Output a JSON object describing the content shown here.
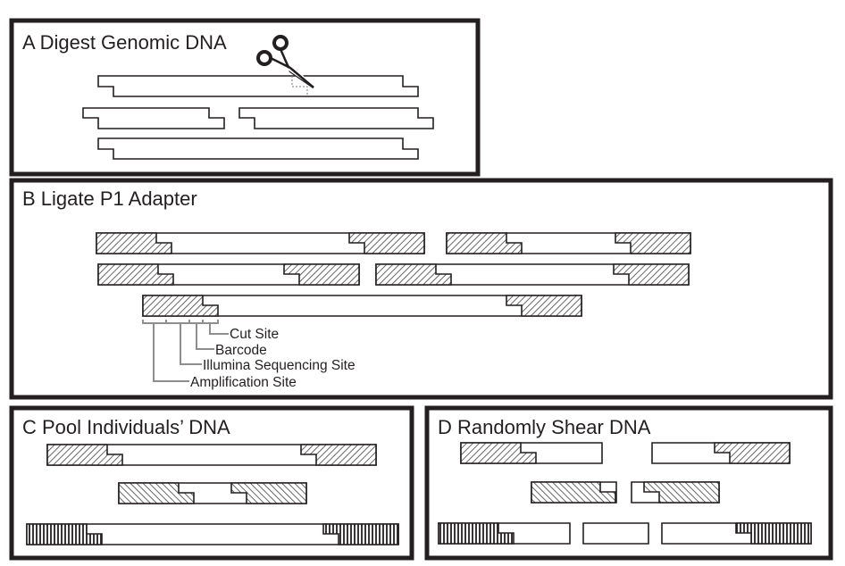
{
  "panels": {
    "a": {
      "title": "A Digest Genomic DNA"
    },
    "b": {
      "title": "B Ligate P1 Adapter",
      "callouts": [
        "Cut Site",
        "Barcode",
        "Illumina Sequencing Site",
        "Amplification Site"
      ]
    },
    "c": {
      "title": "C Pool Individuals’ DNA"
    },
    "d": {
      "title": "D Randomly Shear DNA"
    }
  },
  "icons": [
    "scissors-icon"
  ],
  "colors": {
    "stroke": "#231f20",
    "callout_line": "#8e8e8e",
    "hatch": "#555555"
  }
}
